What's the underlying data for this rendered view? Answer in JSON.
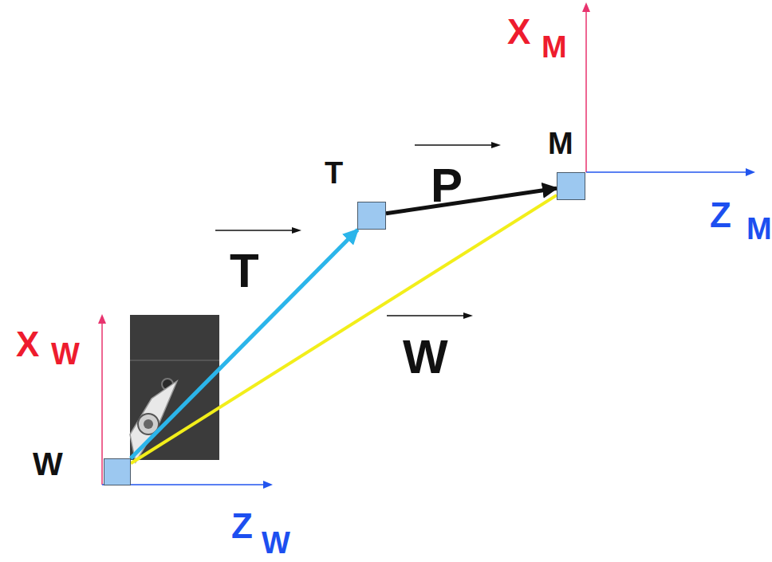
{
  "diagram": {
    "nodes": [
      {
        "text": [
          "M"
        ]
      },
      {
        "text": [
          "T"
        ]
      },
      {
        "text": [
          "W"
        ]
      }
    ],
    "edges": [
      {
        "from": 2,
        "to": 1,
        "label": "T",
        "arrow": "to"
      },
      {
        "from": 1,
        "to": 0,
        "label": "P",
        "arrow": "to"
      },
      {
        "from": 2,
        "to": 0,
        "label": "W",
        "arrow": "none"
      }
    ],
    "labels": [
      "X",
      "M",
      "Z",
      "M",
      "X",
      "W",
      "Z",
      "W"
    ]
  }
}
